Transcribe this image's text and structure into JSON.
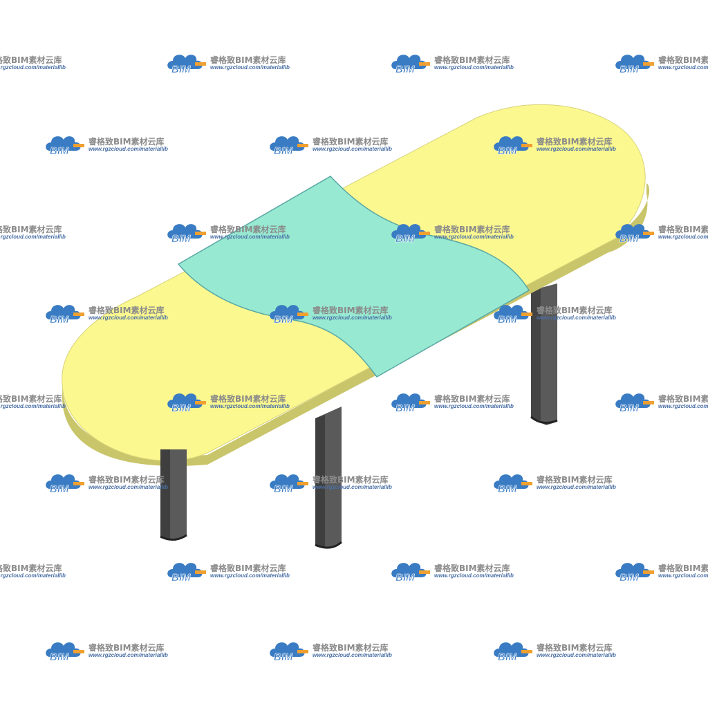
{
  "watermark": {
    "logo_text": "BIM",
    "brand": "睿格致BIM素材云库",
    "url": "www.rgzcloud.com/materiallib"
  },
  "colors": {
    "tabletop_end": "#fbf88f",
    "tabletop_middle": "#98e9d1",
    "tabletop_edge": "#c9c56a",
    "leg": "#5a5a5a",
    "leg_shadow": "#2b2b2b",
    "logo_blue": "#3a7cc3",
    "logo_orange": "#f0a030",
    "background": "#ffffff"
  },
  "icons": {
    "watermark_logo": "cloud-icon"
  }
}
